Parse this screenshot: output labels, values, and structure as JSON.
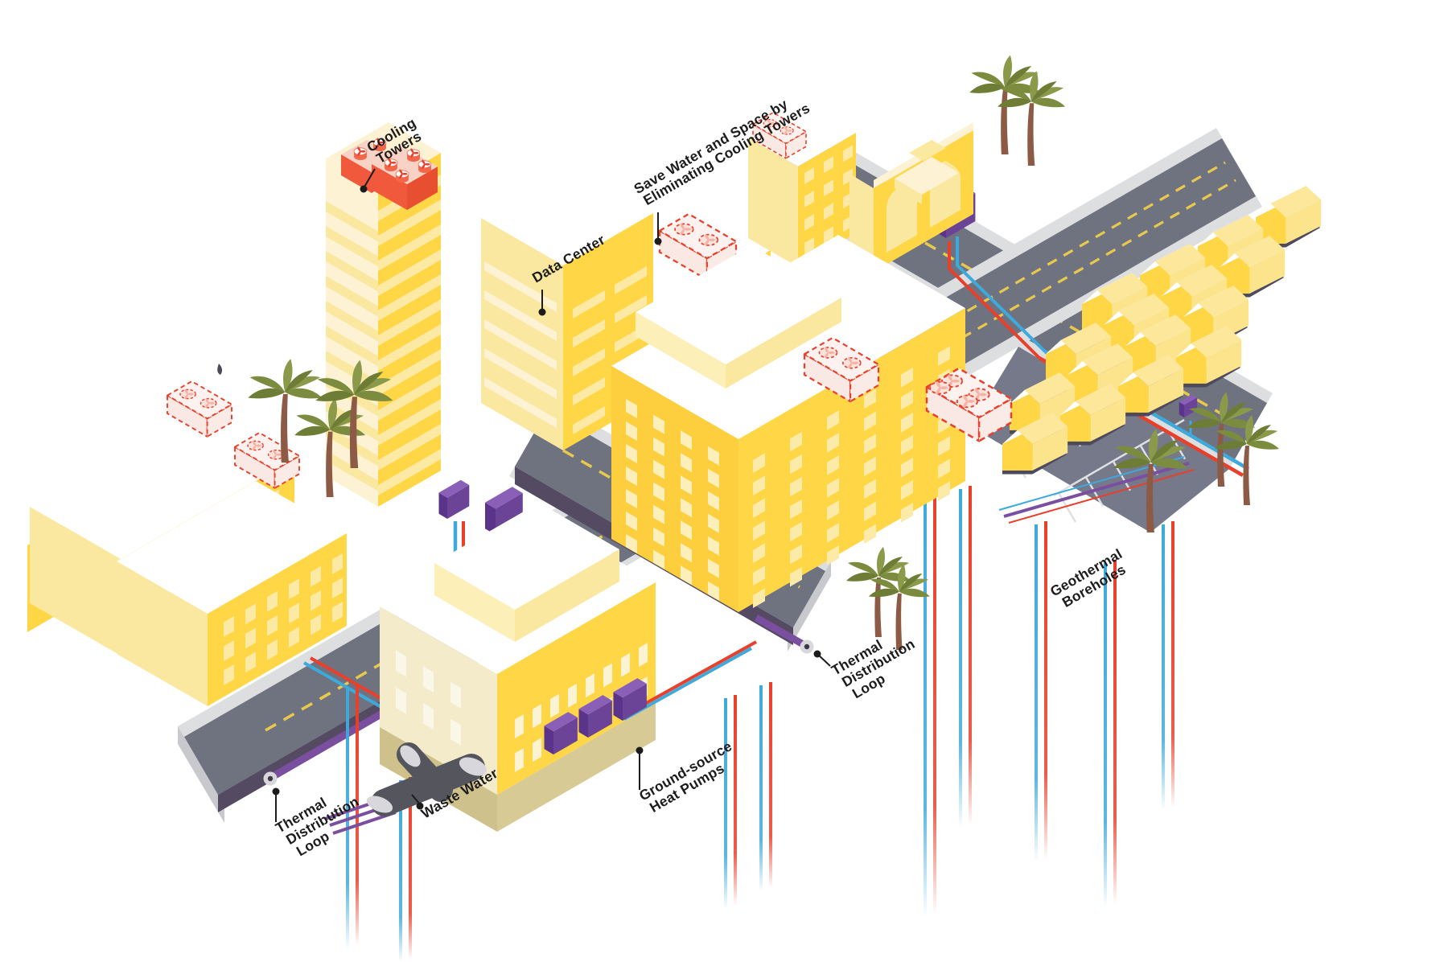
{
  "labels": {
    "cooling_towers": {
      "line1": "Cooling",
      "line2": "Towers"
    },
    "data_center": {
      "line1": "Data Center"
    },
    "save_water": {
      "line1": "Save Water and Space by",
      "line2": "Eliminating Cooling Towers"
    },
    "geothermal_boreholes": {
      "line1": "Geothermal",
      "line2": "Boreholes"
    },
    "thermal_distribution_loop_right": {
      "line1": "Thermal",
      "line2": "Distribution",
      "line3": "Loop"
    },
    "ground_source_heat_pumps": {
      "line1": "Ground-source",
      "line2": "Heat Pumps"
    },
    "waste_water": {
      "line1": "Waste Water"
    },
    "thermal_distribution_loop_left": {
      "line1": "Thermal",
      "line2": "Distribution",
      "line3": "Loop"
    }
  },
  "colors": {
    "label_text": "#1C1C1C",
    "building_yellow": "#FFD645",
    "building_light": "#FBE8A0",
    "building_pale": "#FDF3D4",
    "building_cream": "#F3EBC9",
    "window_light": "#FBE9A4",
    "window_cream": "#FCF3D3",
    "window_white": "#FAF6E8",
    "basement_khaki": "#CFC18C",
    "roof_white": "#FFFFFF",
    "road_gray": "#6F7380",
    "sidewalk_gray": "#DDDEE0",
    "sidewalk_face": "#C8C9CC",
    "underground_purple": "#544B62",
    "parking_gray": "#75798A",
    "parking_stripe": "#DFE0E4",
    "dash_yellow": "#E9C94D",
    "pipe_hot_red": "#E8402A",
    "pipe_cold_blue": "#3FA9DC",
    "pipe_loop_purple": "#7B4FA0",
    "pipe_cap_gray": "#D8D8DC",
    "pipe_cap_hole": "#3A3A44",
    "heat_pump_purple": "#6B4397",
    "heat_pump_side": "#59348A",
    "heat_pump_top": "#8A5FB8",
    "cooling_tower_orange": "#F0593B",
    "cooling_tower_side": "#E84E30",
    "cooling_tower_top": "#F8D2C4",
    "ghost_stroke_red": "#E8402A",
    "ghost_fill": "#FAE8E4",
    "ghost_fill_top": "#FDF2EF",
    "waste_pipe_dark": "#54555D",
    "palm_green": "#7C8C3F",
    "palm_green_light": "#8B9A4A",
    "palm_green_dark": "#6E7D36",
    "palm_trunk": "#8D5B45",
    "shadow_slate": "#4E4A5E"
  }
}
